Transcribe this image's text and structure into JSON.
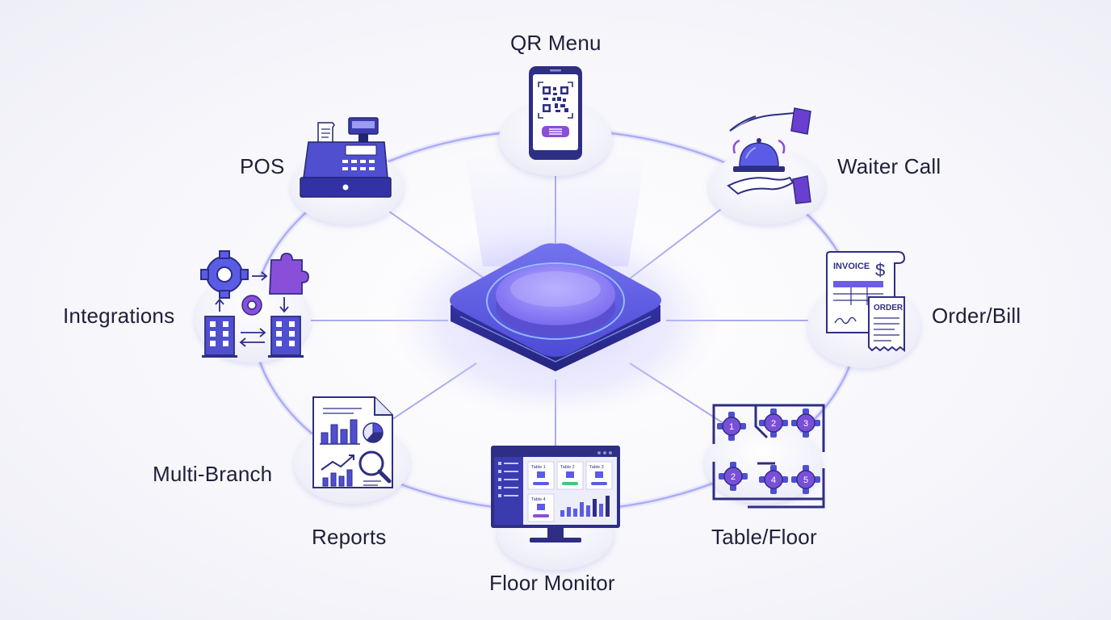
{
  "hub": {
    "name": "central-hub"
  },
  "nodes": {
    "qr_menu": {
      "label": "QR Menu",
      "icon": "qr-phone-icon"
    },
    "pos": {
      "label": "POS",
      "icon": "cash-register-icon"
    },
    "waiter_call": {
      "label": "Waiter Call",
      "icon": "service-bell-icon"
    },
    "integrations": {
      "label": "Integrations",
      "icon": "integrations-icon"
    },
    "order_bill": {
      "label": "Order/Bill",
      "icon": "invoice-icon",
      "invoice_text": "INVOICE",
      "order_text": "ORDER"
    },
    "multi_branch": {
      "label": "Multi-Branch"
    },
    "reports": {
      "label": "Reports",
      "icon": "report-document-icon"
    },
    "table_floor": {
      "label": "Table/Floor",
      "icon": "floor-plan-icon",
      "tables": [
        "1",
        "2",
        "3",
        "2",
        "4",
        "5"
      ]
    },
    "floor_monitor": {
      "label": "Floor Monitor",
      "icon": "monitor-icon",
      "cards": [
        "Table 1",
        "Table 2",
        "Table 3",
        "Table 4"
      ]
    }
  },
  "colors": {
    "accent": "#5b5ce6",
    "dark": "#2a2a7a",
    "purple": "#8a4fd8",
    "line": "#8f8ff0"
  }
}
